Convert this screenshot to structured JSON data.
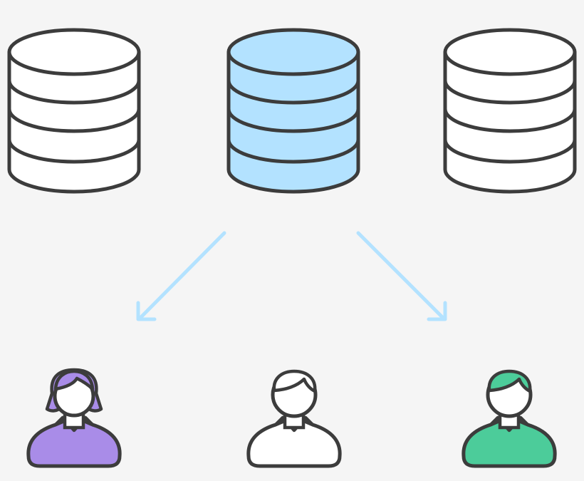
{
  "colors": {
    "background": "#f5f5f5",
    "outline": "#3c3c3c",
    "database_default_fill": "#ffffff",
    "database_highlight_fill": "#b3e2ff",
    "arrow": "#b3e2ff",
    "user_left_accent": "#a98ce8",
    "user_middle_accent": "#ffffff",
    "user_right_accent": "#4ccc9a",
    "skin": "#ffffff"
  },
  "databases": [
    {
      "id": "left",
      "fill": "#ffffff",
      "highlighted": false,
      "icon": "database-icon"
    },
    {
      "id": "center",
      "fill": "#b3e2ff",
      "highlighted": true,
      "icon": "database-icon"
    },
    {
      "id": "right",
      "fill": "#ffffff",
      "highlighted": false,
      "icon": "database-icon"
    }
  ],
  "arrows": [
    {
      "from": "center",
      "to": "left-user",
      "icon": "arrow-down-left-icon"
    },
    {
      "from": "center",
      "to": "right-user",
      "icon": "arrow-down-right-icon"
    }
  ],
  "users": [
    {
      "id": "left",
      "style": "long-hair",
      "accent": "#a98ce8",
      "icon": "user-female-icon"
    },
    {
      "id": "middle",
      "style": "short-hair",
      "accent": "#ffffff",
      "icon": "user-male-icon"
    },
    {
      "id": "right",
      "style": "short-hair",
      "accent": "#4ccc9a",
      "icon": "user-male-icon"
    }
  ]
}
